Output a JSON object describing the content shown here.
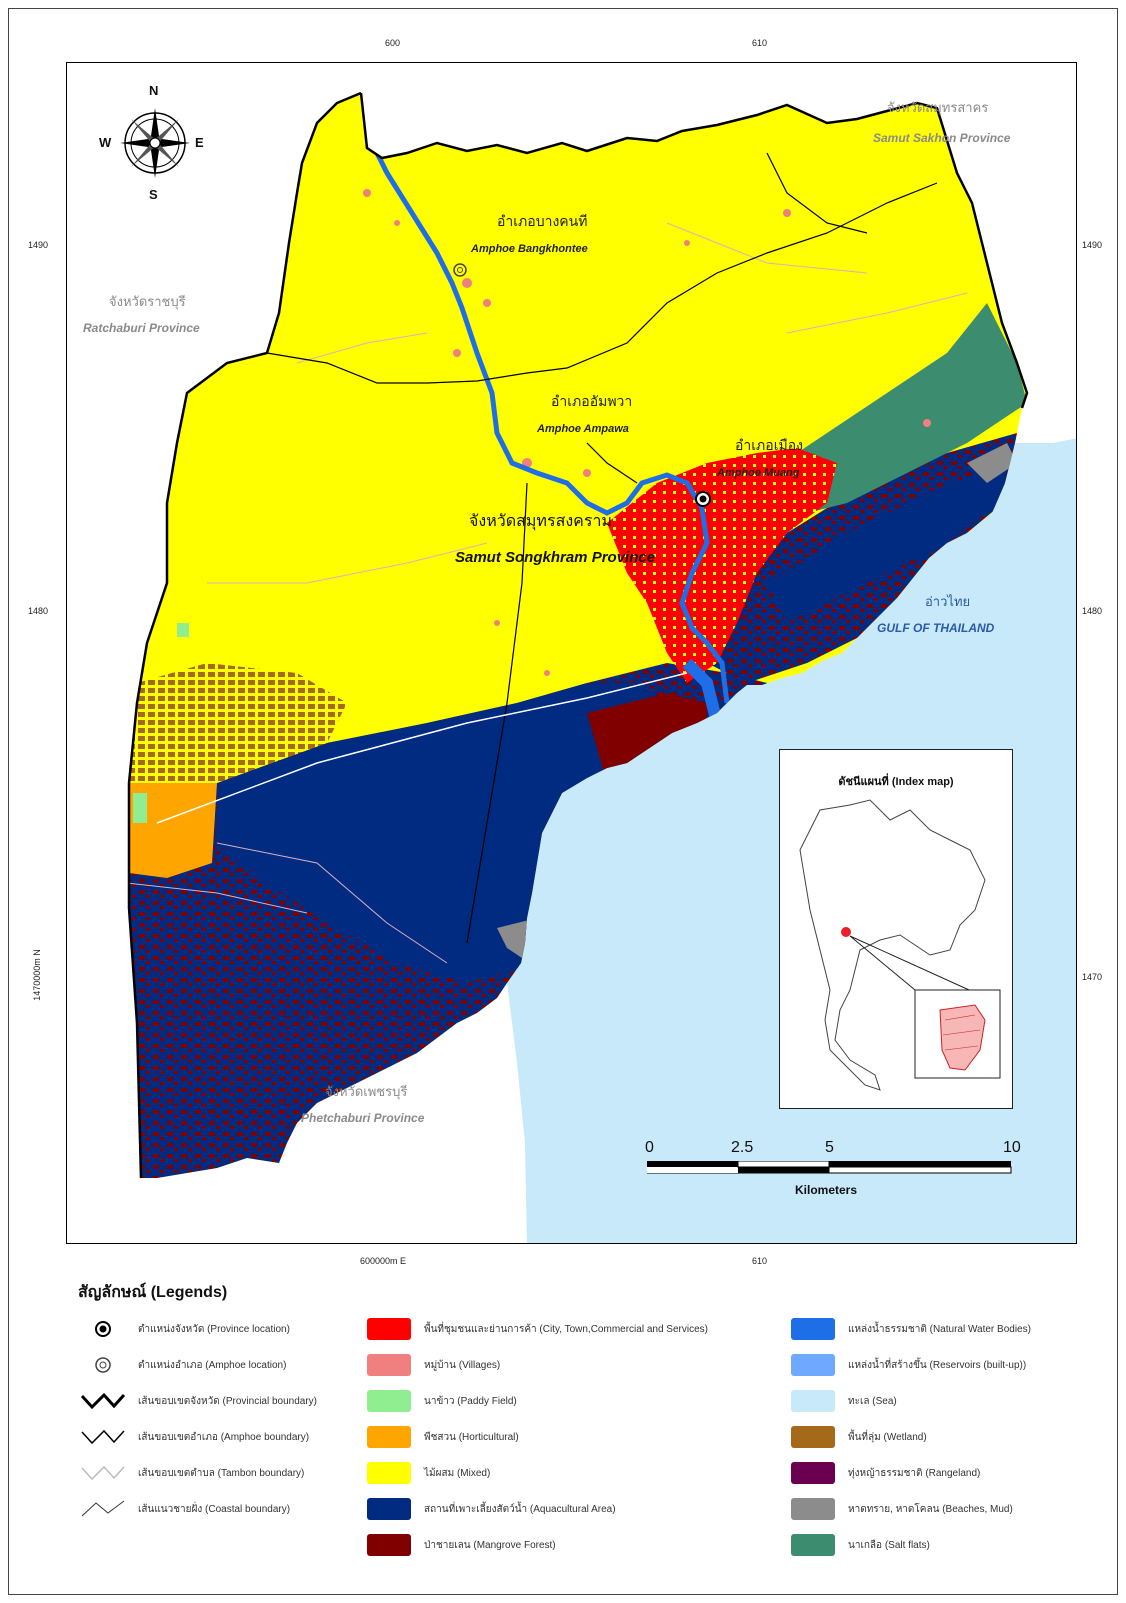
{
  "map": {
    "coord_ticks": {
      "top": [
        "600",
        "610"
      ],
      "bottom": [
        "600000m E",
        "610"
      ],
      "left": [
        "1490",
        "1480",
        "1470000m N"
      ],
      "right": [
        "1490",
        "1480",
        "1470"
      ]
    },
    "provinces": [
      {
        "th": "จังหวัดสมุทรสาคร",
        "en": "Samut Sakhon Province"
      },
      {
        "th": "จังหวัดราชบุรี",
        "en": "Ratchaburi Province"
      },
      {
        "th": "จังหวัดเพชรบุรี",
        "en": "Phetchaburi Province"
      }
    ],
    "amphoes": [
      {
        "th": "อำเภอบางคนที",
        "en": "Amphoe Bangkhontee"
      },
      {
        "th": "อำเภออัมพวา",
        "en": "Amphoe Ampawa"
      },
      {
        "th": "อำเภอเมือง",
        "en": "Amphoe Muang"
      }
    ],
    "main_province": {
      "th": "จังหวัดสมุทรสงคราม",
      "en": "Samut Songkhram Province"
    },
    "gulf": {
      "th": "อ่าวไทย",
      "en": "GULF OF THAILAND"
    },
    "compass": {
      "n": "N",
      "s": "S",
      "e": "E",
      "w": "W"
    },
    "index_map": {
      "title": "ดัชนีแผนที่ (Index map)"
    },
    "scale_bar": {
      "labels": [
        "0",
        "2.5",
        "5",
        "10"
      ],
      "unit": "Kilometers"
    }
  },
  "legend": {
    "title": "สัญลักษณ์ (Legends)",
    "symbols": [
      {
        "label": "ตำแหน่งจังหวัด (Province location)",
        "icon": "province-location-icon"
      },
      {
        "label": "ตำแหน่งอำเภอ (Amphoe location)",
        "icon": "amphoe-location-icon"
      },
      {
        "label": "เส้นขอบเขตจังหวัด (Provincial boundary)",
        "icon": "provincial-boundary-icon"
      },
      {
        "label": "เส้นขอบเขตอำเภอ (Amphoe boundary)",
        "icon": "amphoe-boundary-icon"
      },
      {
        "label": "เส้นขอบเขตตำบล (Tambon boundary)",
        "icon": "tambon-boundary-icon"
      },
      {
        "label": "เส้นแนวชายฝั่ง (Coastal boundary)",
        "icon": "coastal-boundary-icon"
      }
    ],
    "classes": [
      {
        "label": "พื้นที่ชุมชนและย่านการค้า (City, Town,Commercial and Services)",
        "color": "#ff0000"
      },
      {
        "label": "หมู่บ้าน (Villages)",
        "color": "#f08080"
      },
      {
        "label": "นาข้าว (Paddy Field)",
        "color": "#90ee90"
      },
      {
        "label": "พืชสวน (Horticultural)",
        "color": "#ffa500"
      },
      {
        "label": "ไม้ผสม (Mixed)",
        "color": "#ffff00"
      },
      {
        "label": "สถานที่เพาะเลี้ยงสัตว์น้ำ (Aquacultural Area)",
        "color": "#002b80"
      },
      {
        "label": "ป่าชายเลน (Mangrove Forest)",
        "color": "#800000"
      },
      {
        "label": "แหล่งน้ำธรรมชาติ (Natural Water Bodies)",
        "color": "#1e6ee8"
      },
      {
        "label": "แหล่งน้ำที่สร้างขึ้น (Reservoirs (built-up))",
        "color": "#6fa8ff"
      },
      {
        "label": "ทะเล (Sea)",
        "color": "#c8e9fa"
      },
      {
        "label": "พื้นที่ลุ่ม (Wetland)",
        "color": "#a5691a"
      },
      {
        "label": "ทุ่งหญ้าธรรมชาติ (Rangeland)",
        "color": "#6b0050"
      },
      {
        "label": "หาดทราย, หาดโคลน (Beaches, Mud)",
        "color": "#8c8c8c"
      },
      {
        "label": "นาเกลือ (Salt flats)",
        "color": "#3c8c70"
      }
    ]
  }
}
